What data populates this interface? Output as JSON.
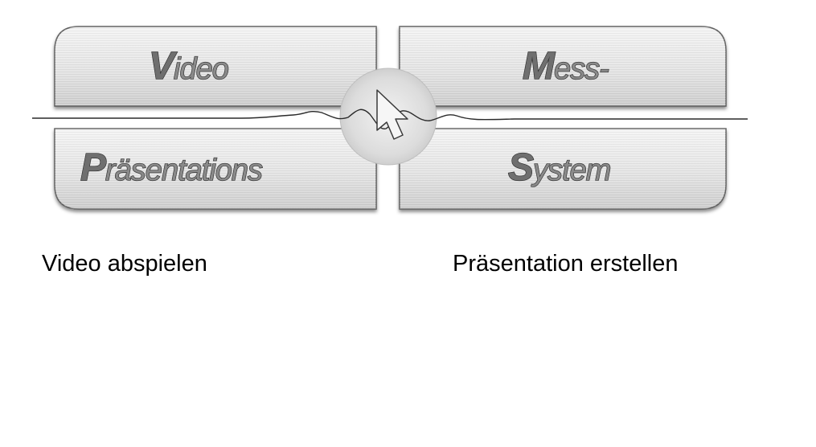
{
  "logo": {
    "top_left": {
      "initial": "V",
      "rest": "ideo"
    },
    "top_right": {
      "initial": "M",
      "rest": "ess-"
    },
    "bottom_left": {
      "initial": "P",
      "rest": "räsentations"
    },
    "bottom_right": {
      "initial": "S",
      "rest": "ystem"
    }
  },
  "actions": {
    "play_video": "Video abspielen",
    "create_presentation": "Präsentation erstellen"
  },
  "colors": {
    "background": "#ffffff",
    "tile_fill": "#e3e3e3",
    "tile_border": "#5a5a5a",
    "text": "#000000"
  }
}
